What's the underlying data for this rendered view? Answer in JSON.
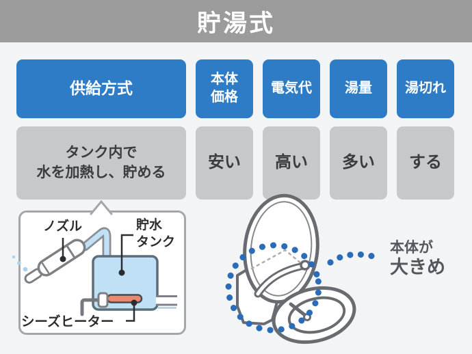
{
  "title": "貯湯式",
  "colors": {
    "accent_blue": "#2e7bc6",
    "title_bar_gray": "#9b9b9c",
    "cell_gray": "#c6c8ca",
    "tank_blue": "#bfe0f5",
    "heater_orange": "#e9896f",
    "highlight_dot_blue": "#2a6cb8"
  },
  "table": {
    "header_row": {
      "supply_method": "供給方式",
      "body_price": "本体\n価格",
      "electricity_cost": "電気代",
      "hot_water_amount": "湯量",
      "hot_water_runout": "湯切れ"
    },
    "value_row": {
      "supply_method": "タンク内で\n水を加熱し、貯める",
      "body_price": "安い",
      "electricity_cost": "高い",
      "hot_water_amount": "多い",
      "hot_water_runout": "する"
    }
  },
  "diagram": {
    "nozzle_label": "ノズル",
    "tank_label": "貯水\nタンク",
    "heater_label": "シーズヒーター"
  },
  "annotation": {
    "line1": "本体が",
    "line2": "大きめ"
  }
}
